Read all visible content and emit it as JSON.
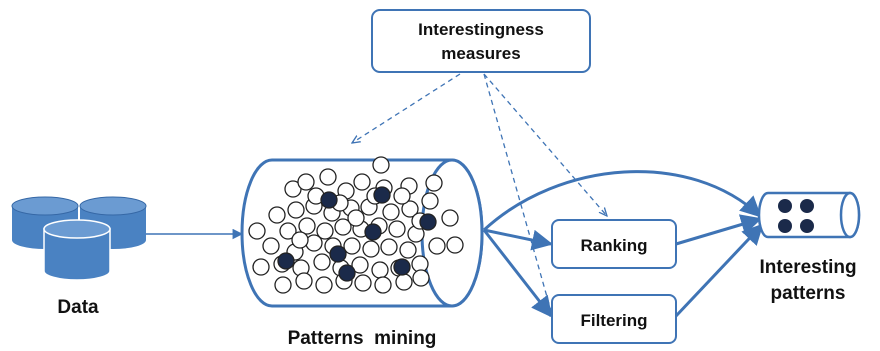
{
  "measures_box": {
    "line1": "Interestingness",
    "line2": "measures"
  },
  "data_label": "Data",
  "mining_label": "Patterns  mining",
  "ranking_label": "Ranking",
  "filtering_label": "Filtering",
  "result_label": {
    "line1": "Interesting",
    "line2": "patterns"
  },
  "icons": [
    "database-icon",
    "cylinder-icon"
  ],
  "colors": {
    "accent": "#3F74B5",
    "db_fill": "#4A82C2",
    "db_top": "#6B9BD2",
    "pattern_dark": "#1B2A4A",
    "text": "#111111"
  },
  "pattern_counts": {
    "mined_total": 66,
    "mined_interesting": 8,
    "interesting_output": 4
  }
}
